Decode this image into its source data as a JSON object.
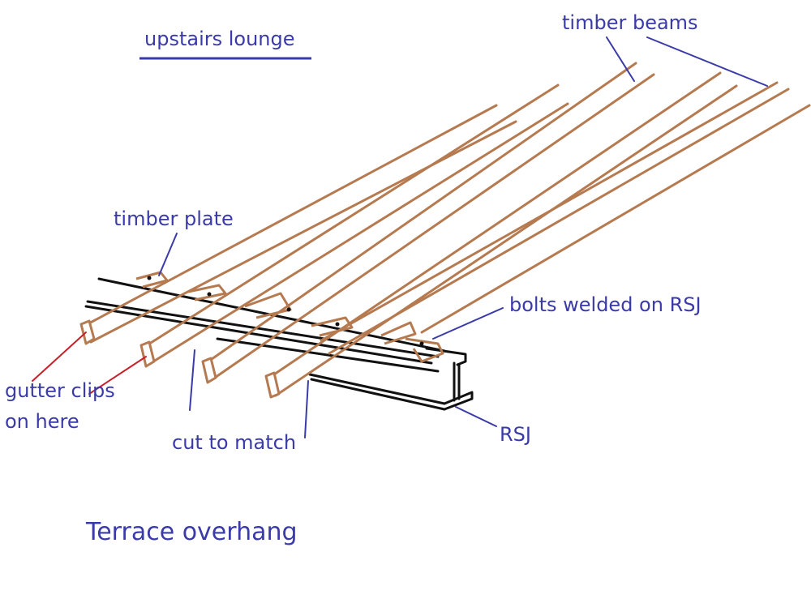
{
  "diagram": {
    "heading": "upstairs lounge",
    "caption": "Terrace overhang",
    "labels": {
      "timber_beams": "timber beams",
      "timber_plate": "timber plate",
      "bolts": "bolts welded on RSJ",
      "gutter_clips_line1": "gutter clips",
      "gutter_clips_line2": "on here",
      "cut_to_match": "cut to match",
      "rsj": "RSJ"
    },
    "colors": {
      "timber": "#b57a50",
      "steel": "#111111",
      "label_text": "#3a3aa8",
      "leader_blue": "#3a3aa8",
      "leader_red": "#c8202a"
    }
  }
}
